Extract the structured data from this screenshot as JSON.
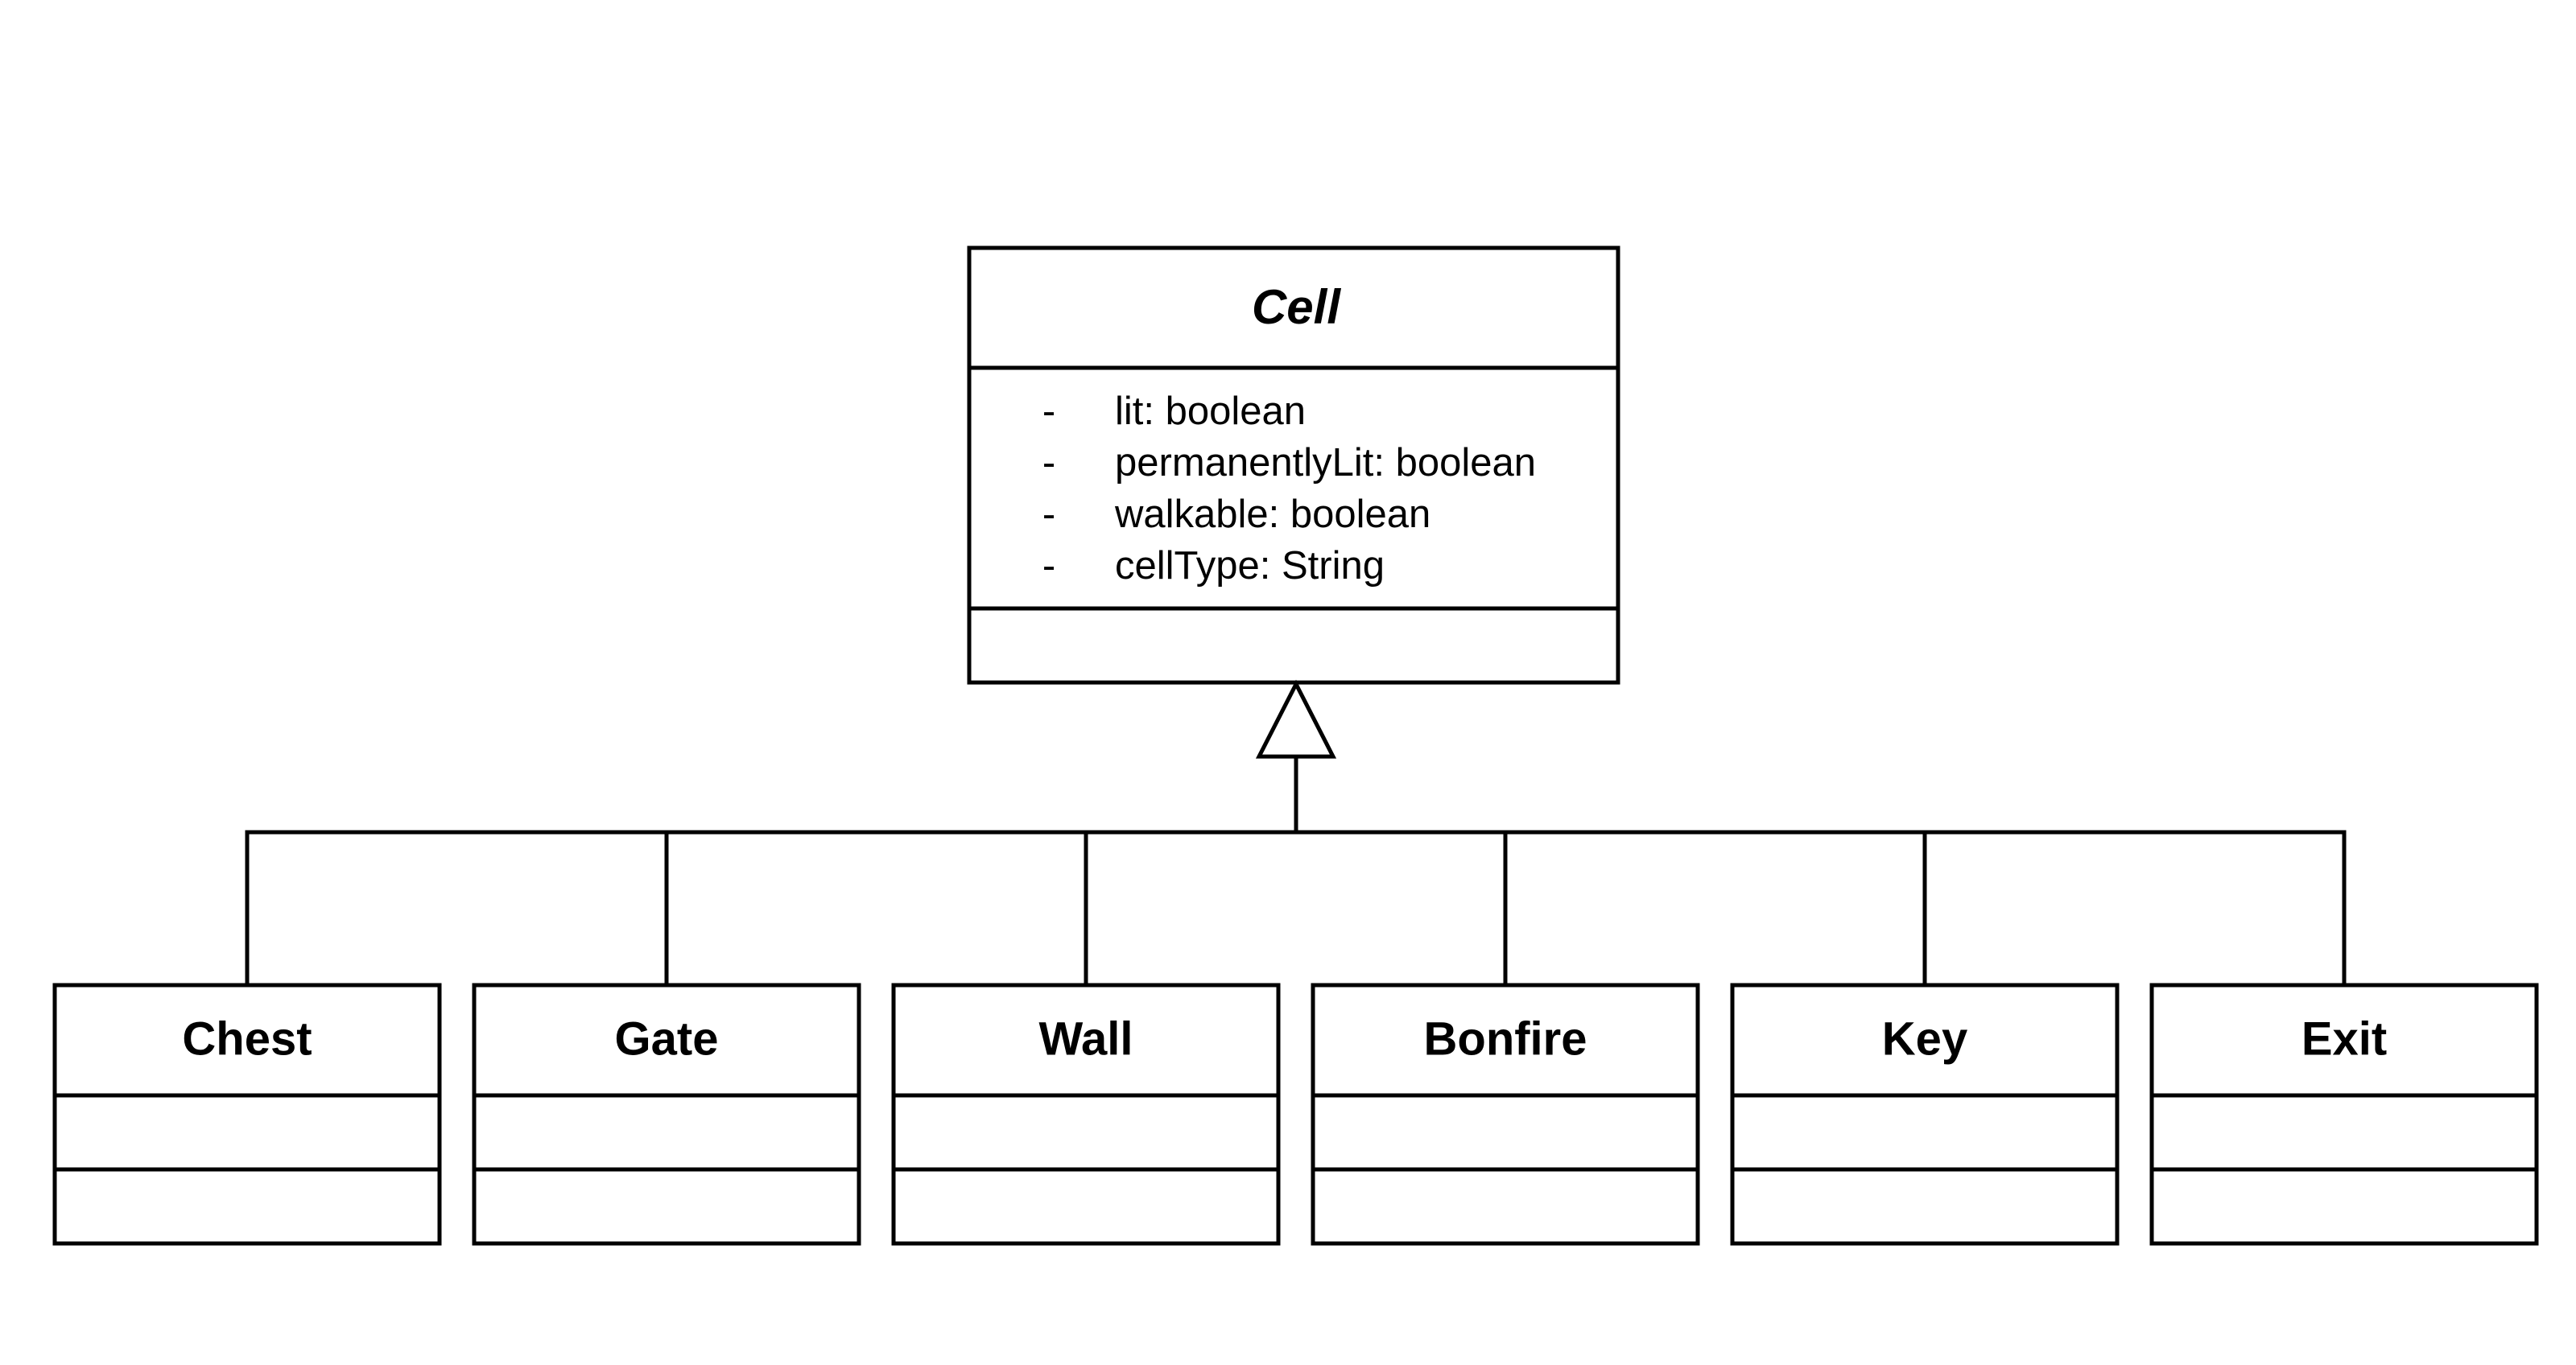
{
  "parent": {
    "name": "Cell",
    "attributes": [
      {
        "visibility": "-",
        "text": "lit: boolean"
      },
      {
        "visibility": "-",
        "text": "permanentlyLit: boolean"
      },
      {
        "visibility": "-",
        "text": "walkable: boolean"
      },
      {
        "visibility": "-",
        "text": "cellType: String"
      }
    ]
  },
  "children": [
    {
      "name": "Chest"
    },
    {
      "name": "Gate"
    },
    {
      "name": "Wall"
    },
    {
      "name": "Bonfire"
    },
    {
      "name": "Key"
    },
    {
      "name": "Exit"
    }
  ],
  "relationship": "generalization"
}
